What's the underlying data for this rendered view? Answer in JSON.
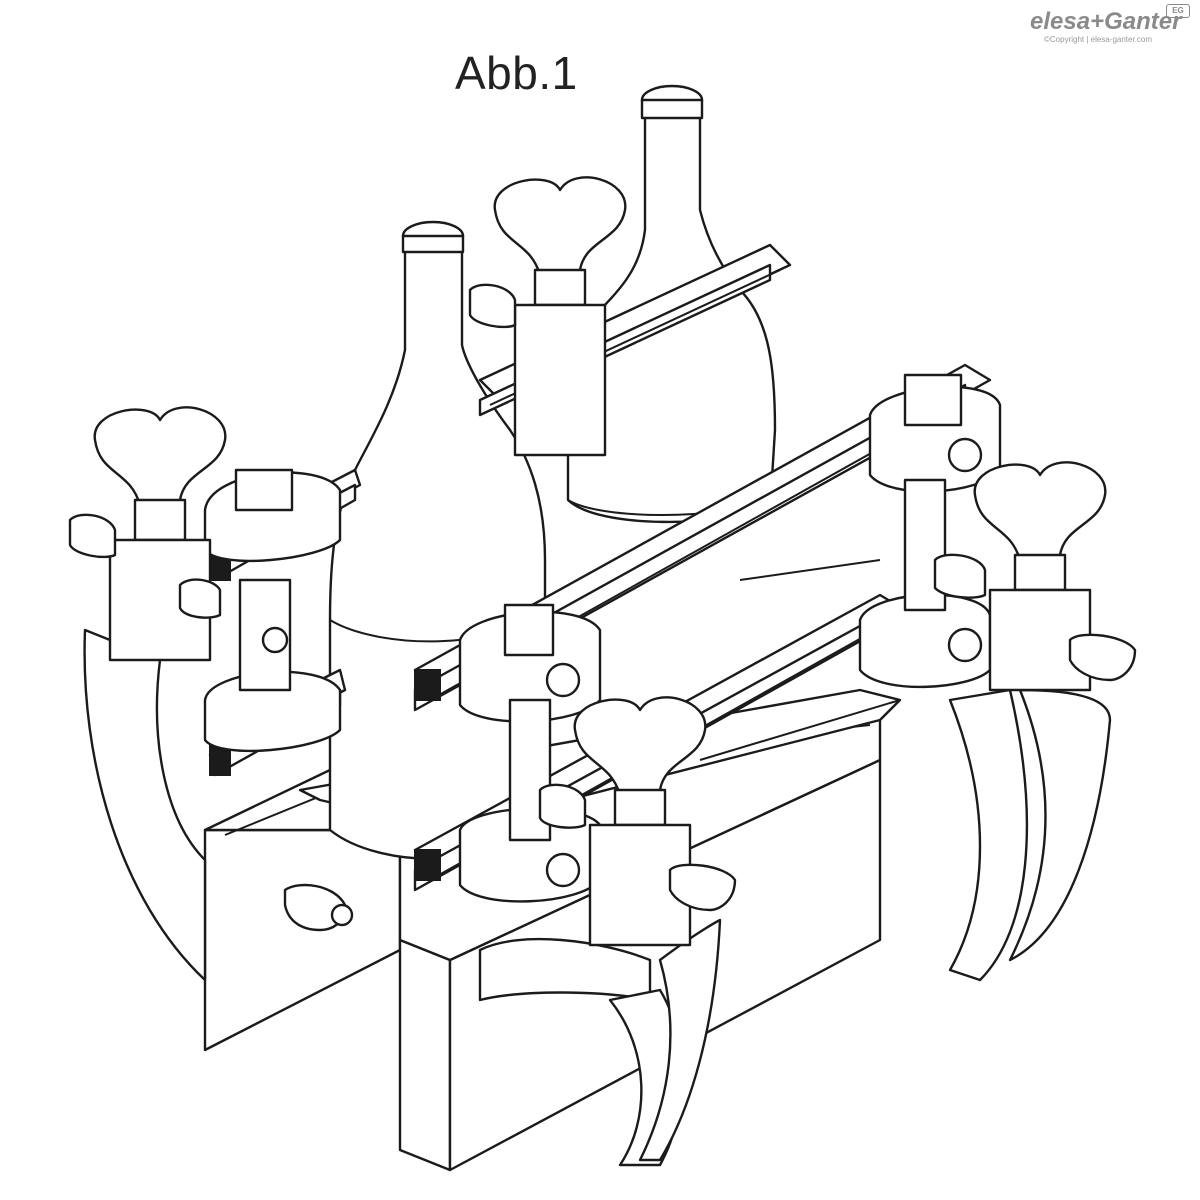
{
  "figure": {
    "caption": "Abb.1"
  },
  "brand": {
    "name": "elesa+Ganter",
    "badge": "EG",
    "copyright": "©Copyright | elesa-ganter.com"
  }
}
